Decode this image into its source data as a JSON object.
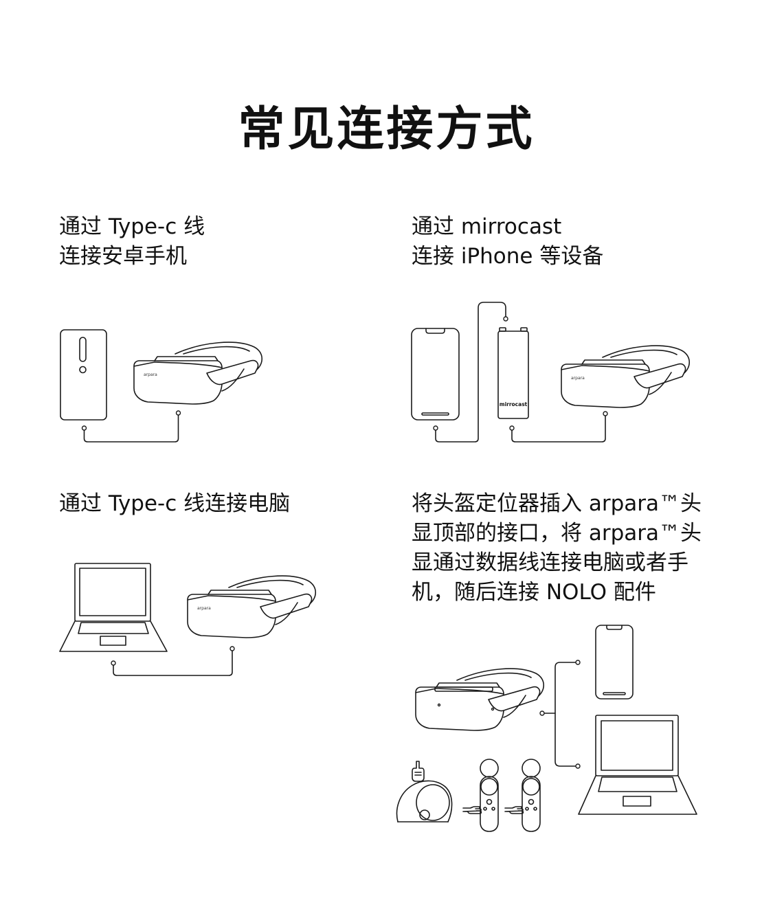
{
  "title": "常见连接方式",
  "sections": [
    {
      "lines": [
        "通过 Type-c 线",
        "连接安卓手机"
      ]
    },
    {
      "lines": [
        "通过 mirrocast",
        "连接 iPhone 等设备"
      ],
      "device_label": "mirrocast"
    },
    {
      "lines": [
        "通过 Type-c 线连接电脑"
      ]
    },
    {
      "lines": [
        "将头盔定位器插入 arpara™头",
        "显顶部的接口，将 arpara™头",
        "显通过数据线连接电脑或者手",
        "机，随后连接 NOLO 配件"
      ]
    }
  ],
  "headset_brand": "arpara",
  "icons": [
    "android-phone-icon",
    "vr-headset-icon",
    "iphone-icon",
    "mirrocast-dongle-icon",
    "laptop-icon",
    "nolo-base-station-icon",
    "nolo-controller-icon",
    "hand-pointer-icon"
  ]
}
